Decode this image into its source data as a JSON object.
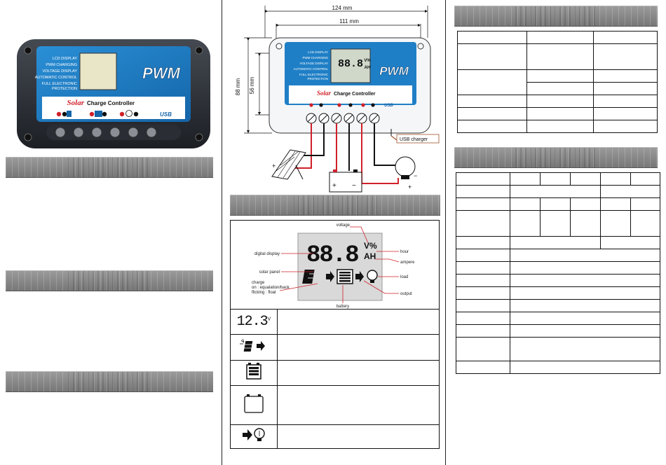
{
  "product": {
    "lcd_features": [
      "LCD DISPLAY",
      "PWM CHARGING",
      "VOLTAGE DISPLAY",
      "AUTOMATIC CONTROL",
      "FULL ELECTRONIC",
      "PROTECTION"
    ],
    "brand": "PWM",
    "solar_word": "Solar",
    "charge_controller": "Charge Controller",
    "usb_label": "USB"
  },
  "dimensions": {
    "width_outer": "124 mm",
    "width_inner": "111 mm",
    "height_outer": "88 mm",
    "height_inner": "56 mm",
    "usb_charger": "USB charger",
    "plus": "+",
    "minus": "−"
  },
  "lcd_diagram": {
    "digits": "88.8",
    "unit_top": "V%",
    "unit_bottom": "AH",
    "labels": {
      "voltage": "voltage",
      "digital_display": "digital display",
      "hour": "hour",
      "ampere": "ampere",
      "solar_panel": "solar panel",
      "load": "load",
      "charge": "charge",
      "charge_on": "on : equalation/back",
      "charge_flicking": "flicking : float",
      "output": "output",
      "battery": "battery"
    }
  },
  "legend": {
    "voltage_reading": "12.3",
    "voltage_unit": "V"
  },
  "colors": {
    "blue_panel": "#1f7fc6",
    "housing": "#2b2f36",
    "red_wire": "#d0202a"
  },
  "icons": [
    "solar-panel-icon",
    "arrow-icon",
    "battery-icon",
    "battery-outline-icon",
    "bulb-icon"
  ]
}
